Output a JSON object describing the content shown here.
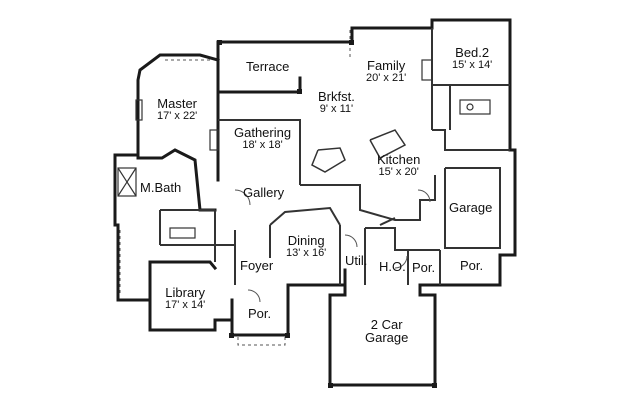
{
  "floor_plan": {
    "rooms": {
      "terrace": {
        "name": "Terrace"
      },
      "family": {
        "name": "Family",
        "dims": "20' x 21'"
      },
      "bed2": {
        "name": "Bed.2",
        "dims": "15' x 14'"
      },
      "master": {
        "name": "Master",
        "dims": "17' x 22'"
      },
      "brkfst": {
        "name": "Brkfst.",
        "dims": "9' x 11'"
      },
      "gathering": {
        "name": "Gathering",
        "dims": "18' x 18'"
      },
      "kitchen": {
        "name": "Kitchen",
        "dims": "15' x 20'"
      },
      "mbath": {
        "name": "M.Bath"
      },
      "gallery": {
        "name": "Gallery"
      },
      "garage": {
        "name": "Garage"
      },
      "dining": {
        "name": "Dining",
        "dims": "13' x 16'"
      },
      "foyer": {
        "name": "Foyer"
      },
      "util": {
        "name": "Util."
      },
      "ho": {
        "name": "H.O."
      },
      "porch_mid": {
        "name": "Por."
      },
      "porch_right": {
        "name": "Por."
      },
      "library": {
        "name": "Library",
        "dims": "17' x 14'"
      },
      "porch_front": {
        "name": "Por."
      },
      "car_garage": {
        "name": "2 Car",
        "name2": "Garage"
      }
    },
    "colors": {
      "wall": "#1a1a1a",
      "thin": "#444444",
      "background": "#ffffff"
    }
  }
}
